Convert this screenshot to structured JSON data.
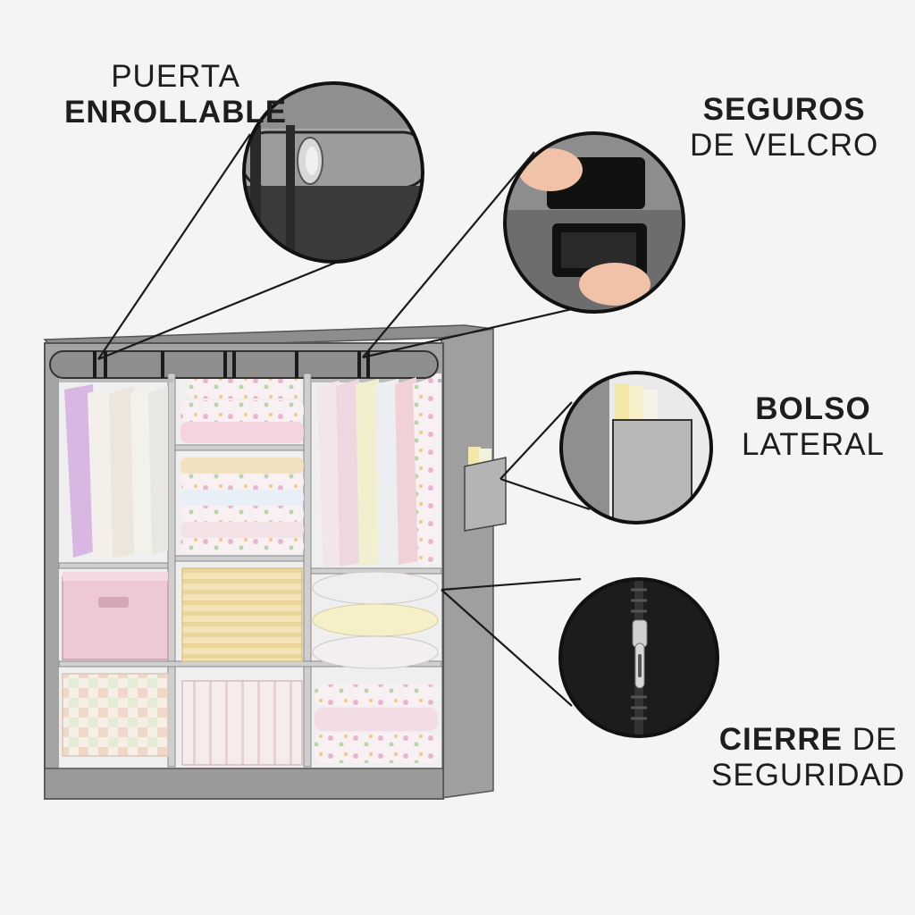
{
  "labels": {
    "puerta": {
      "line1": "PUERTA",
      "line2": "ENROLLABLE"
    },
    "seguros": {
      "line1": "SEGUROS",
      "line2": "DE VELCRO"
    },
    "bolso": {
      "line1": "BOLSO",
      "line2": "LATERAL"
    },
    "cierre": {
      "line1_bold": "CIERRE",
      "line1_light": " DE",
      "line2": "SEGURIDAD"
    }
  },
  "colors": {
    "frame": "#9a9a9a",
    "frame_dark": "#6e6e6e",
    "fabric_dark": "#3c3c3c",
    "text": "#1e1e1e",
    "background": "#f4f4f4"
  }
}
